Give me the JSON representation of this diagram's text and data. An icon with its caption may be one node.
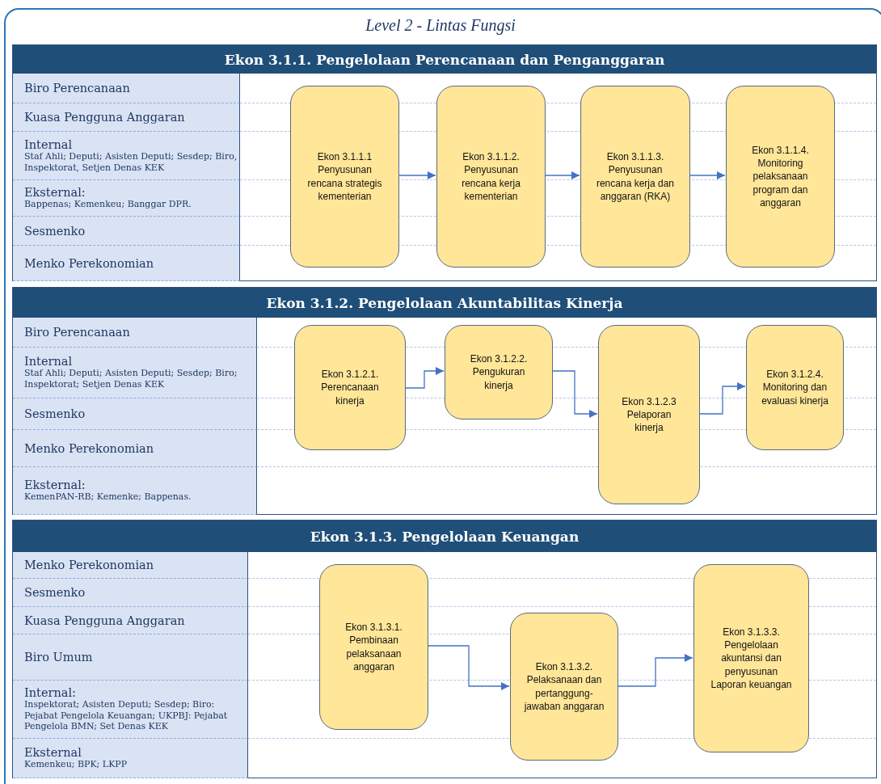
{
  "diagram": {
    "title": "Level 2 - Lintas Fungsi",
    "nodes": [
      {
        "text": [
          "Ekon 3.1.1. Pengelolaan Perencanaan dan Penganggaran"
        ]
      },
      {
        "text": [
          "Biro Perencanaan"
        ],
        "in": 0
      },
      {
        "text": [
          "Kuasa Pengguna Anggaran"
        ],
        "in": 0
      },
      {
        "text": [
          "Internal",
          "Staf Ahli; Deputi; Asisten Deputi; Sesdep; Biro, Inspektorat, Setjen Denas KEK"
        ],
        "in": 0
      },
      {
        "text": [
          "Eksternal:",
          "Bappenas; Kemenkeu; Banggar DPR."
        ],
        "in": 0
      },
      {
        "text": [
          "Sesmenko"
        ],
        "in": 0
      },
      {
        "text": [
          "Menko Perekonomian"
        ],
        "in": 0
      },
      {
        "text": [
          "Ekon 3.1.1.1 Penyusunan rencana strategis kementerian"
        ],
        "in": 0
      },
      {
        "text": [
          "Ekon 3.1.1.2. Penyusunan rencana kerja kementerian"
        ],
        "in": 0
      },
      {
        "text": [
          "Ekon 3.1.1.3. Penyusunan rencana kerja dan anggaran (RKA)"
        ],
        "in": 0
      },
      {
        "text": [
          "Ekon 3.1.1.4. Monitoring pelaksanaan program dan anggaran"
        ],
        "in": 0
      },
      {
        "text": [
          "Ekon 3.1.2. Pengelolaan Akuntabilitas Kinerja"
        ]
      },
      {
        "text": [
          "Biro Perencanaan"
        ],
        "in": 11
      },
      {
        "text": [
          "Internal",
          "Staf Ahli; Deputi; Asisten Deputi; Sesdep; Biro; Inspektorat; Setjen Denas KEK"
        ],
        "in": 11
      },
      {
        "text": [
          "Sesmenko"
        ],
        "in": 11
      },
      {
        "text": [
          "Menko Perekonomian"
        ],
        "in": 11
      },
      {
        "text": [
          "Eksternal:",
          "KemenPAN-RB; Kemenke; Bappenas."
        ],
        "in": 11
      },
      {
        "text": [
          "Ekon 3.1.2.1. Perencanaan kinerja"
        ],
        "in": 11
      },
      {
        "text": [
          "Ekon 3.1.2.2. Pengukuran kinerja"
        ],
        "in": 11
      },
      {
        "text": [
          "Ekon 3.1.2.3 Pelaporan kinerja"
        ],
        "in": 11
      },
      {
        "text": [
          "Ekon 3.1.2.4. Monitoring dan evaluasi kinerja"
        ],
        "in": 11
      },
      {
        "text": [
          "Ekon 3.1.3. Pengelolaan Keuangan"
        ]
      },
      {
        "text": [
          "Menko Perekonomian"
        ],
        "in": 21
      },
      {
        "text": [
          "Sesmenko"
        ],
        "in": 21
      },
      {
        "text": [
          "Kuasa Pengguna Anggaran"
        ],
        "in": 21
      },
      {
        "text": [
          "Biro Umum"
        ],
        "in": 21
      },
      {
        "text": [
          "Internal:",
          "Inspektorat; Asisten Deputi; Sesdep; Biro: Pejabat Pengelola Keuangan; UKPBJ: Pejabat Pengelola BMN; Set Denas KEK"
        ],
        "in": 21
      },
      {
        "text": [
          "Eksternal",
          "Kemenkeu; BPK; LKPP"
        ],
        "in": 21
      },
      {
        "text": [
          "Ekon 3.1.3.1. Pembinaan pelaksanaan anggaran"
        ],
        "in": 21
      },
      {
        "text": [
          "Ekon 3.1.3.2. Pelaksanaan dan pertanggung- jawaban anggaran"
        ],
        "in": 21
      },
      {
        "text": [
          "Ekon 3.1.3.3. Pengelolaan akuntansi dan penyusunan Laporan keuangan"
        ],
        "in": 21
      }
    ],
    "edges": [
      {
        "from": 7,
        "to": 8,
        "arrow": "to"
      },
      {
        "from": 8,
        "to": 9,
        "arrow": "to"
      },
      {
        "from": 9,
        "to": 10,
        "arrow": "to"
      },
      {
        "from": 17,
        "to": 18,
        "arrow": "to"
      },
      {
        "from": 18,
        "to": 19,
        "arrow": "to"
      },
      {
        "from": 19,
        "to": 20,
        "arrow": "to"
      },
      {
        "from": 28,
        "to": 29,
        "arrow": "to"
      },
      {
        "from": 29,
        "to": 30,
        "arrow": "to"
      }
    ]
  }
}
